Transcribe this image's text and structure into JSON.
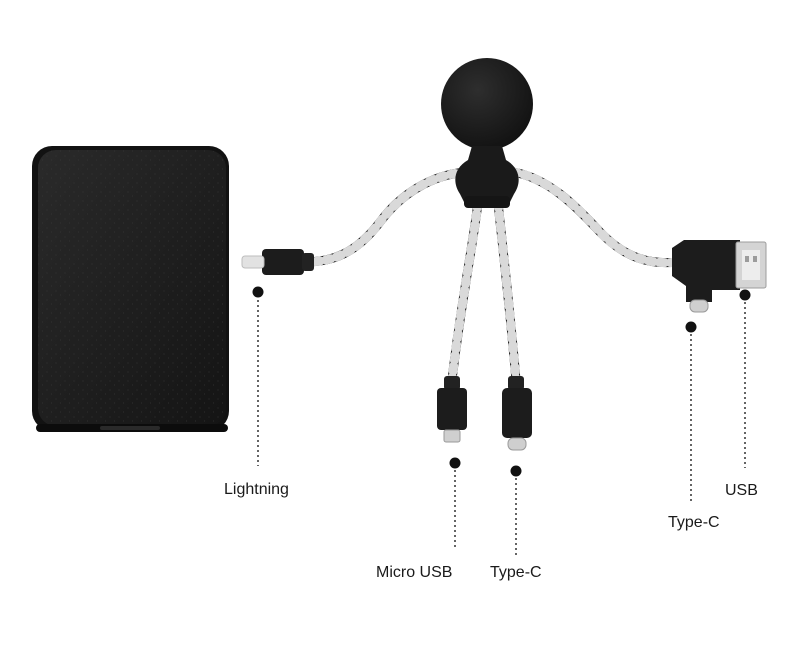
{
  "connectors": {
    "lightning": "Lightning",
    "micro_usb": "Micro USB",
    "type_c_center": "Type-C",
    "type_c_right": "Type-C",
    "usb": "USB"
  },
  "colors": {
    "background": "#ffffff",
    "product_black": "#1c1c1c",
    "cable_white": "#d9d9d9",
    "leader_line": "#222222"
  }
}
